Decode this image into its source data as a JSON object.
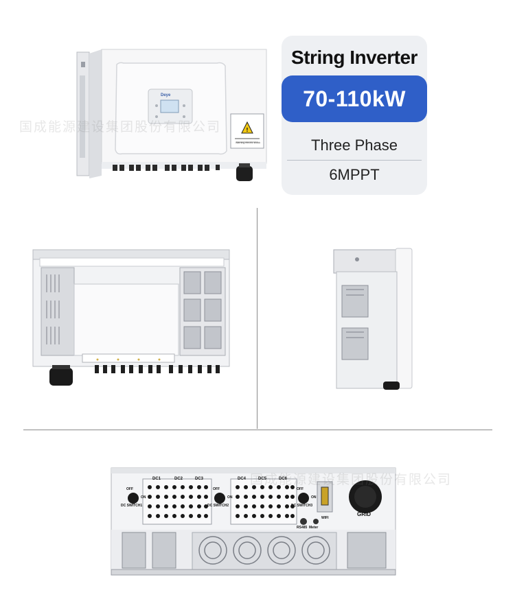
{
  "spec": {
    "title": "String Inverter",
    "power_range": "70-110kW",
    "phase": "Three Phase",
    "mppt": "6MPPT",
    "accent_color": "#2f5fc8"
  },
  "front_view": {
    "brand": "Deye",
    "warning_label": "Warning electric shock"
  },
  "bottom_view": {
    "dc_labels": [
      "DC1",
      "DC2",
      "DC3",
      "DC4",
      "DC5",
      "DC6"
    ],
    "switch_labels": [
      "DC SWITCH1",
      "DC SWITCH2",
      "DC SWITCH3"
    ],
    "off_label": "OFF",
    "on_label": "ON",
    "ports": [
      "RS485",
      "Meter",
      "WIFI"
    ],
    "grid_label": "GRID"
  },
  "watermarks": [
    "国成能源建设集团股份有限公司",
    "国成能源建设集团股份有限公司"
  ]
}
